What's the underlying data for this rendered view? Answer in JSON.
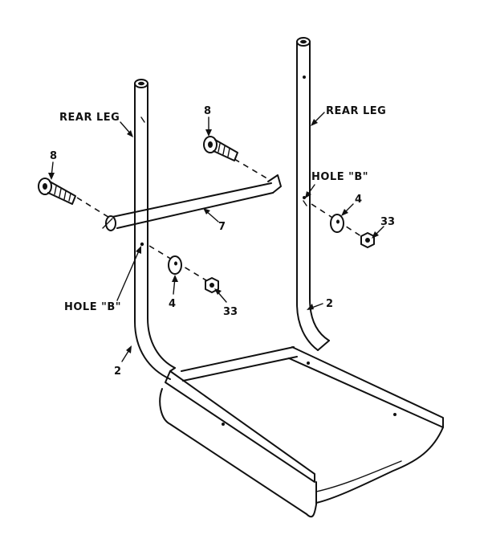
{
  "labels": {
    "rear_leg_left": "REAR LEG",
    "rear_leg_right": "REAR LEG",
    "hole_b_left": "HOLE \"B\"",
    "hole_b_right": "HOLE \"B\"",
    "part_8_left": "8",
    "part_8_right": "8",
    "part_7": "7",
    "part_4_left": "4",
    "part_4_right": "4",
    "part_33_left": "33",
    "part_33_right": "33",
    "part_2_left": "2",
    "part_2_right": "2"
  },
  "colors": {
    "ink": "#111111",
    "paper": "#ffffff"
  }
}
